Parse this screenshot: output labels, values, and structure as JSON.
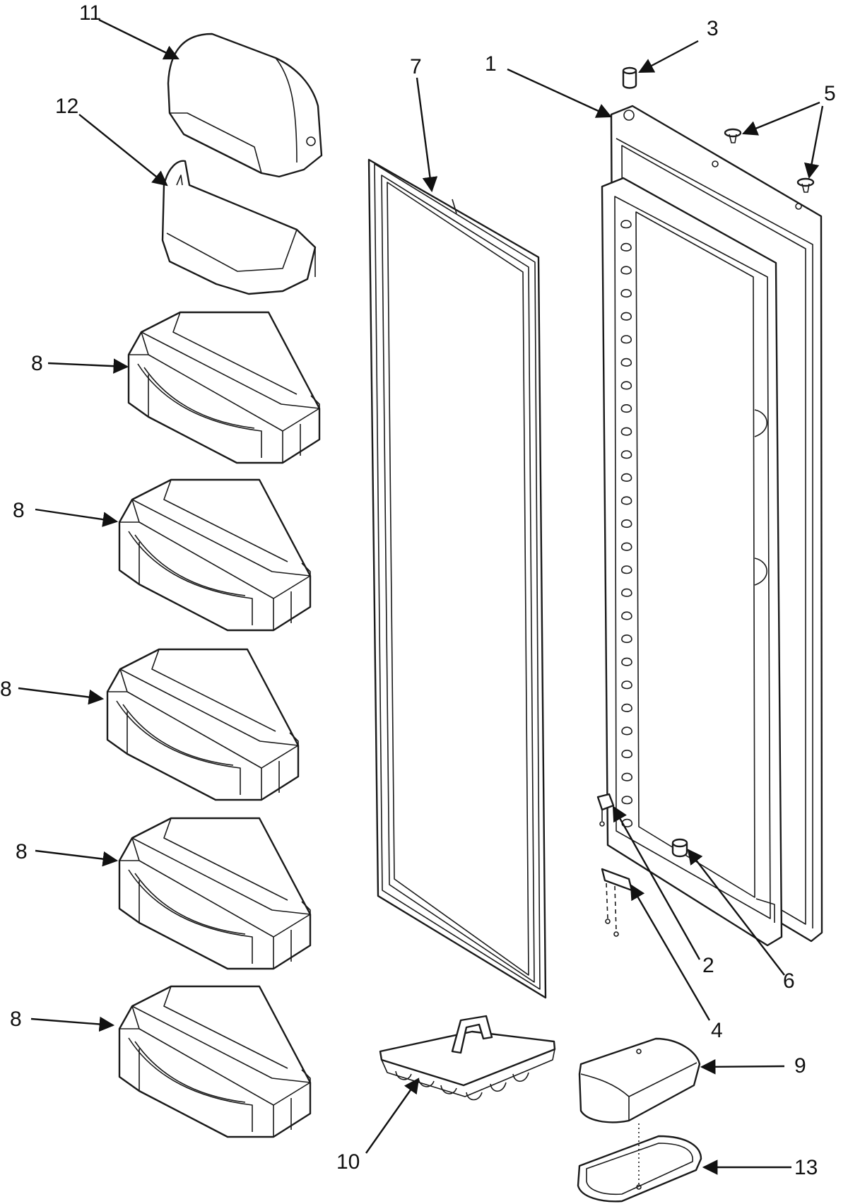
{
  "diagram": {
    "type": "exploded-parts-view",
    "line_color": "#1a1a1a",
    "fill_color": "#ffffff",
    "callouts": [
      {
        "id": "c11",
        "label": "11",
        "part": "dairy-door-cover"
      },
      {
        "id": "c12",
        "label": "12",
        "part": "dairy-bin"
      },
      {
        "id": "c8a",
        "label": "8",
        "part": "door-bin"
      },
      {
        "id": "c8b",
        "label": "8",
        "part": "door-bin"
      },
      {
        "id": "c8c",
        "label": "8",
        "part": "door-bin"
      },
      {
        "id": "c8d",
        "label": "8",
        "part": "door-bin"
      },
      {
        "id": "c8e",
        "label": "8",
        "part": "door-bin"
      },
      {
        "id": "c7",
        "label": "7",
        "part": "door-gasket"
      },
      {
        "id": "c1",
        "label": "1",
        "part": "door-assembly"
      },
      {
        "id": "c3",
        "label": "3",
        "part": "hinge-bushing"
      },
      {
        "id": "c5",
        "label": "5",
        "part": "plug-buttons"
      },
      {
        "id": "c2",
        "label": "2",
        "part": "door-stop"
      },
      {
        "id": "c6",
        "label": "6",
        "part": "closing-cam"
      },
      {
        "id": "c4",
        "label": "4",
        "part": "hinge-bracket"
      },
      {
        "id": "c9",
        "label": "9",
        "part": "egg-bin-cover"
      },
      {
        "id": "c10",
        "label": "10",
        "part": "egg-tray"
      },
      {
        "id": "c13",
        "label": "13",
        "part": "egg-bin-base"
      }
    ]
  }
}
